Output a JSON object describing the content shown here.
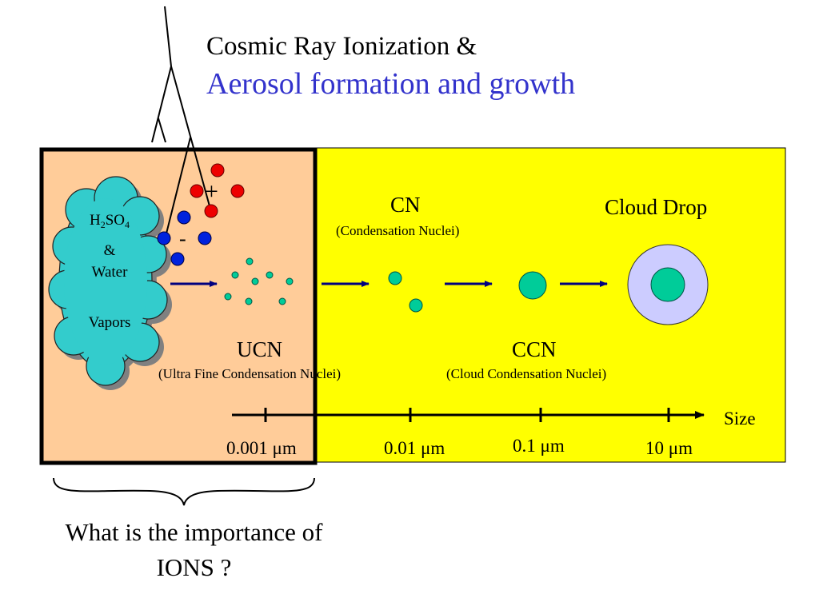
{
  "title": {
    "line1": "Cosmic Ray Ionization &",
    "line2": "Aerosol formation and growth"
  },
  "colors": {
    "title_accent": "#3333cc",
    "panel_yellow": "#ffff00",
    "panel_peach": "#ffcc99",
    "cloud": "#33cccc",
    "particle": "#00cc99",
    "positive_ion": "#ee0000",
    "negative_ion": "#0022dd",
    "arrow": "#000080",
    "drop_halo": "#ccccff"
  },
  "cloud": {
    "h2so4": "H",
    "sub2": "2",
    "so": "SO",
    "sub4": "4",
    "amp": "&",
    "water": "Water",
    "vapors": "Vapors"
  },
  "ions": {
    "plus": "+",
    "minus": "-"
  },
  "stages": {
    "ucn": {
      "label": "UCN",
      "full": "(Ultra Fine Condensation Nuclei)"
    },
    "cn": {
      "label": "CN",
      "full": "(Condensation Nuclei)"
    },
    "ccn": {
      "label": "CCN",
      "full": "(Cloud Condensation Nuclei)"
    },
    "drop": {
      "label": "Cloud Drop"
    }
  },
  "axis": {
    "label": "Size",
    "ticks": [
      "0.001 μm",
      "0.01 μm",
      "0.1 μm",
      "10 μm"
    ]
  },
  "question": {
    "line1": "What is the importance of",
    "line2": "IONS ?"
  }
}
